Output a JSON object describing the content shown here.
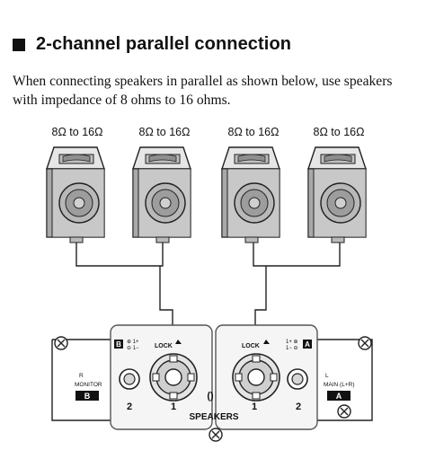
{
  "section": {
    "title": "2-channel parallel connection",
    "description": "When connecting speakers in parallel as shown below, use speakers with impedance of 8 ohms to 16 ohms."
  },
  "speakers": [
    {
      "impedance_label": "8Ω to 16Ω"
    },
    {
      "impedance_label": "8Ω to 16Ω"
    },
    {
      "impedance_label": "8Ω to 16Ω"
    },
    {
      "impedance_label": "8Ω to 16Ω"
    }
  ],
  "panel": {
    "left_connector": {
      "badge": "B",
      "pins": "1+\n1−"
    },
    "right_connector": {
      "badge": "A",
      "pins": "1+\n1−"
    },
    "lock_label": "LOCK",
    "speakers_label": "SPEAKERS",
    "left_jack_number": "2",
    "left_speakon_number": "1",
    "right_speakon_number": "1",
    "right_jack_number": "2",
    "left_side": {
      "line1": "R",
      "line2": "MONITOR",
      "badge": "B"
    },
    "right_side": {
      "line1": "L",
      "line2": "MAIN (L+R)",
      "badge": "A"
    }
  }
}
